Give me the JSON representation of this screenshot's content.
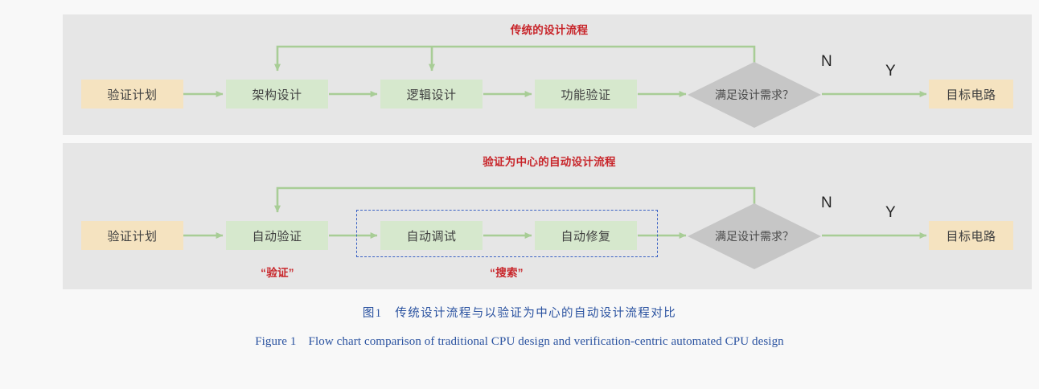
{
  "figure": {
    "background": "#f8f8f8",
    "panel_color": "#e6e6e6",
    "accent_green": "#a8cd96",
    "node_green": "#d6e8cd",
    "node_tan": "#f5e3c0",
    "diamond_gray": "#c6c6c6",
    "annotation_red": "#c8252a",
    "dashed_blue": "#3b62c4",
    "caption_blue": "#2a52a0"
  },
  "row1": {
    "title": "传统的设计流程",
    "nodes": [
      {
        "id": "plan",
        "label": "验证计划",
        "style": "tan"
      },
      {
        "id": "arch",
        "label": "架构设计",
        "style": "green"
      },
      {
        "id": "logic",
        "label": "逻辑设计",
        "style": "green"
      },
      {
        "id": "funcv",
        "label": "功能验证",
        "style": "green"
      },
      {
        "id": "target",
        "label": "目标电路",
        "style": "tan"
      }
    ],
    "decision": "满足设计需求？",
    "branch_no": "N",
    "branch_yes": "Y"
  },
  "row2": {
    "title": "验证为中心的自动设计流程",
    "nodes": [
      {
        "id": "plan2",
        "label": "验证计划",
        "style": "tan"
      },
      {
        "id": "autov",
        "label": "自动验证",
        "style": "green"
      },
      {
        "id": "autod",
        "label": "自动调试",
        "style": "green"
      },
      {
        "id": "autof",
        "label": "自动修复",
        "style": "green"
      },
      {
        "id": "target2",
        "label": "目标电路",
        "style": "tan"
      }
    ],
    "decision": "满足设计需求？",
    "branch_no": "N",
    "branch_yes": "Y",
    "group_labels": {
      "verify": "“验证”",
      "search": "“搜索”"
    }
  },
  "caption": {
    "cn": "图1　传统设计流程与以验证为中心的自动设计流程对比",
    "en": "Figure 1　Flow chart comparison of traditional CPU design and verification-centric automated CPU design"
  }
}
